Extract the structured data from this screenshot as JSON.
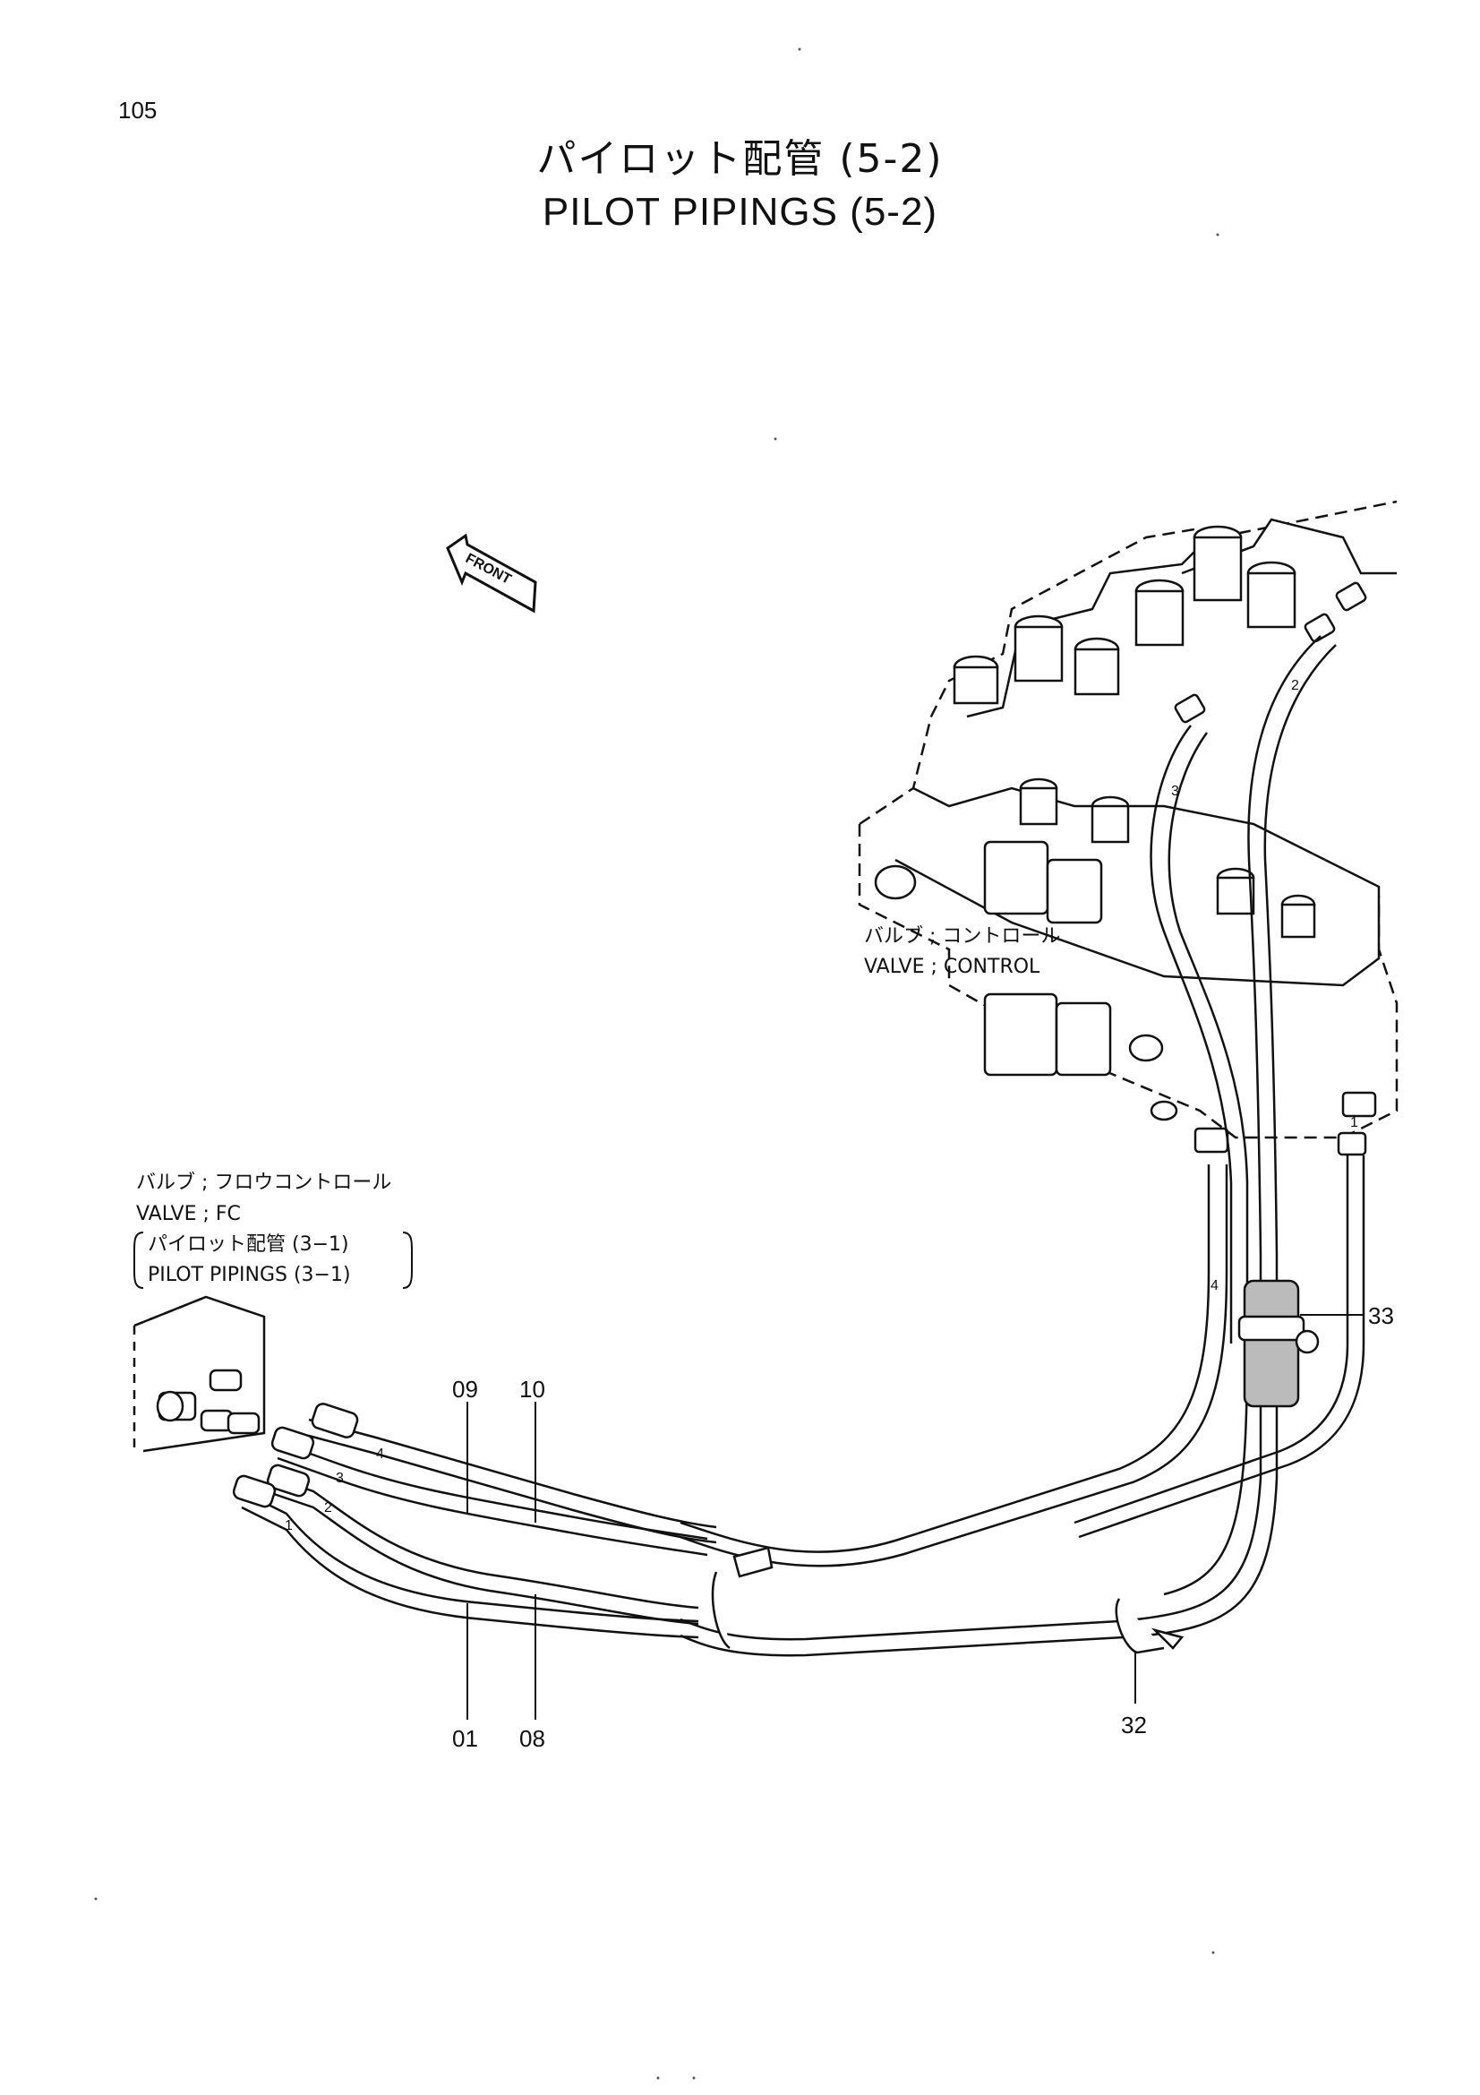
{
  "page": {
    "number": "105",
    "title_ja": "パイロット配管 (5-2)",
    "title_en": "PILOT PIPINGS (5-2)"
  },
  "front_arrow": "FRONT",
  "labels": {
    "control_valve_ja": "バルブ ; コントロール",
    "control_valve_en": "VALVE ; CONTROL",
    "fc_valve_ja": "バルブ ; フロウコントロール",
    "fc_valve_en": "VALVE ; FC",
    "ref_ja": "パイロット配管 (3−1)",
    "ref_en": "PILOT PIPINGS (3−1)"
  },
  "part_numbers": {
    "p09": "09",
    "p10": "10",
    "p01": "01",
    "p08": "08",
    "p32": "32",
    "p33": "33"
  },
  "port_numbers": {
    "left": [
      "1",
      "2",
      "3",
      "4"
    ],
    "right": [
      "1",
      "2",
      "3",
      "4"
    ]
  },
  "colors": {
    "line": "#111111",
    "paper": "#ffffff"
  }
}
